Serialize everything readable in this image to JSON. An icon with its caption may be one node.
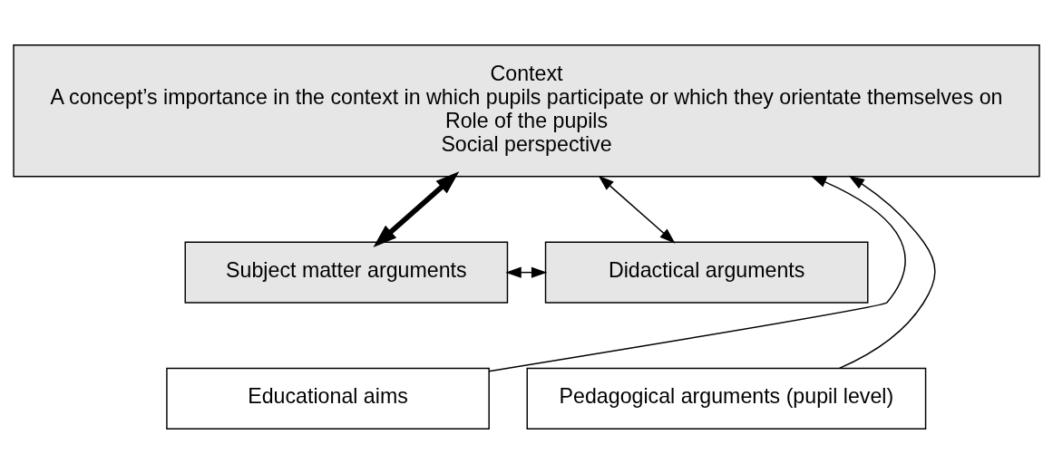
{
  "diagram": {
    "nodes": [
      {
        "text": [
          "Context",
          "A concept’s importance in the context in which pupils participate or which they orientate themselves on",
          "Role of the pupils",
          "Social perspective"
        ]
      },
      {
        "text": [
          "Subject matter arguments"
        ]
      },
      {
        "text": [
          "Didactical arguments"
        ]
      },
      {
        "text": [
          "Educational aims"
        ]
      },
      {
        "text": [
          "Pedagogical arguments (pupil level)"
        ]
      }
    ],
    "edges": [
      {
        "from": 0,
        "to": 1,
        "arrow": "both",
        "style": "thick"
      },
      {
        "from": 0,
        "to": 2,
        "arrow": "both"
      },
      {
        "from": 1,
        "to": 2,
        "arrow": "both"
      },
      {
        "from": 3,
        "to": 0,
        "arrow": "to"
      },
      {
        "from": 4,
        "to": 0,
        "arrow": "to"
      }
    ]
  }
}
